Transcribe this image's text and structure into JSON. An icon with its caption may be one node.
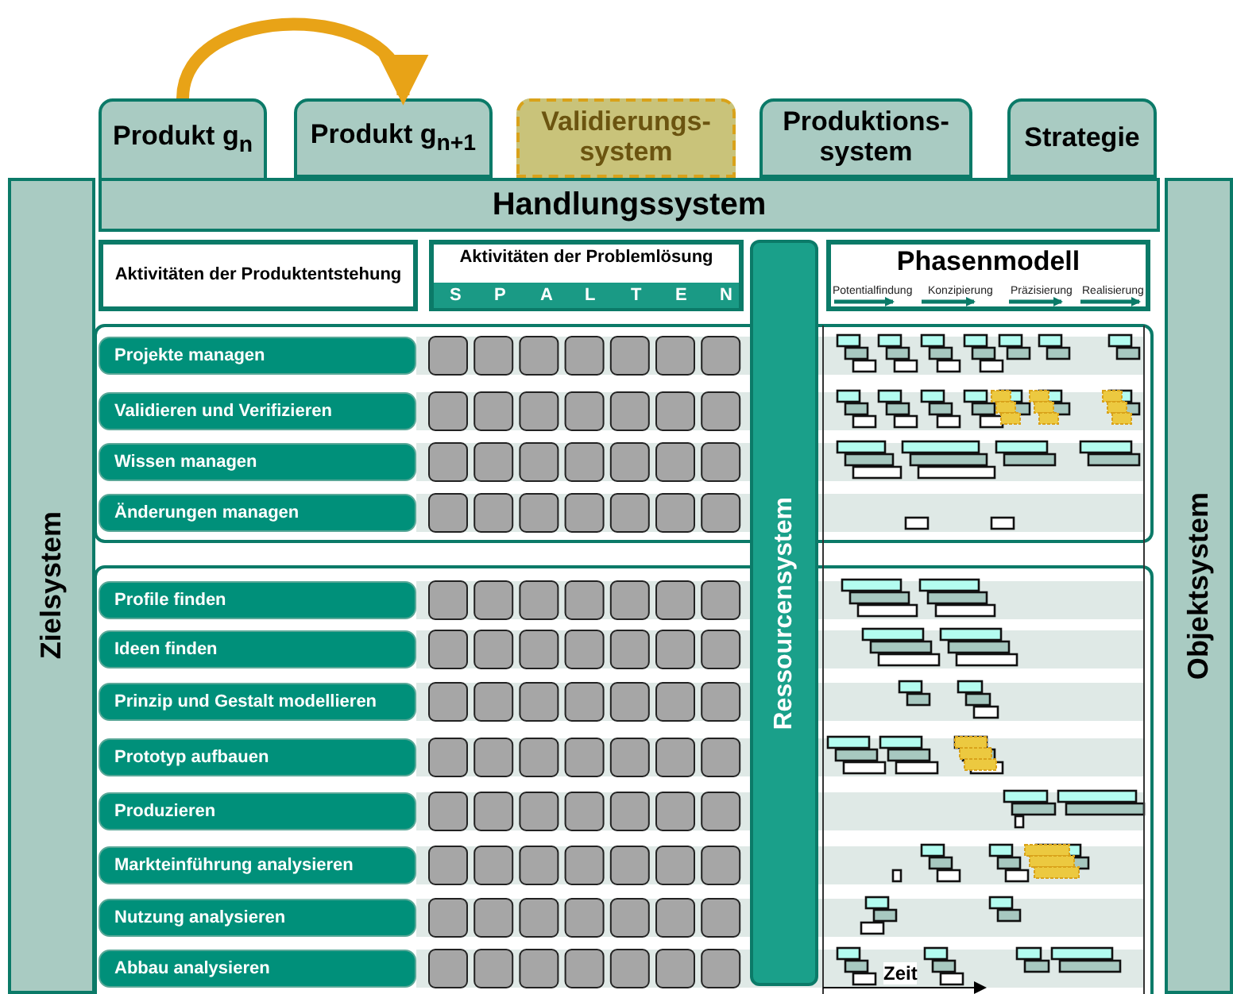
{
  "diagram": {
    "nodes": [
      {
        "text": [
          "Produkt g$_{n}$"
        ]
      },
      {
        "text": [
          "Produkt g$_{n+1}$"
        ]
      },
      {
        "text": [
          "Validierungs- system"
        ]
      },
      {
        "text": [
          "Produktions- system"
        ]
      },
      {
        "text": [
          "Strategie"
        ]
      },
      {
        "text": [
          "Handlungssystem"
        ]
      },
      {
        "text": [
          "Zielsystem"
        ]
      },
      {
        "text": [
          "Objektsystem"
        ]
      },
      {
        "text": [
          "Aktivitäten der Produktentstehung"
        ]
      },
      {
        "text": [
          "Aktivitäten der Problemlösung"
        ]
      },
      {
        "text": [
          "Ressourcensystem"
        ]
      },
      {
        "text": [
          "Phasenmodell"
        ]
      },
      {
        "text": [
          "Projekte managen"
        ]
      },
      {
        "text": [
          "Validieren und Verifizieren"
        ]
      },
      {
        "text": [
          "Wissen managen"
        ]
      },
      {
        "text": [
          "Änderungen managen"
        ]
      },
      {
        "text": [
          "Profile finden"
        ]
      },
      {
        "text": [
          "Ideen finden"
        ]
      },
      {
        "text": [
          "Prinzip und Gestalt modellieren"
        ]
      },
      {
        "text": [
          "Prototyp aufbauen"
        ]
      },
      {
        "text": [
          "Produzieren"
        ]
      },
      {
        "text": [
          "Markteinführung analysieren"
        ]
      },
      {
        "text": [
          "Nutzung analysieren"
        ]
      },
      {
        "text": [
          "Abbau analysieren"
        ]
      }
    ],
    "edges": [
      {
        "from": 0,
        "to": 1,
        "arrow": "to",
        "color": "#e8a317"
      }
    ],
    "labels": [
      "S",
      "P",
      "A",
      "L",
      "T",
      "E",
      "N",
      "Potentialfindung",
      "Konzipierung",
      "Präzisierung",
      "Realisierung",
      "Zeit"
    ]
  }
}
